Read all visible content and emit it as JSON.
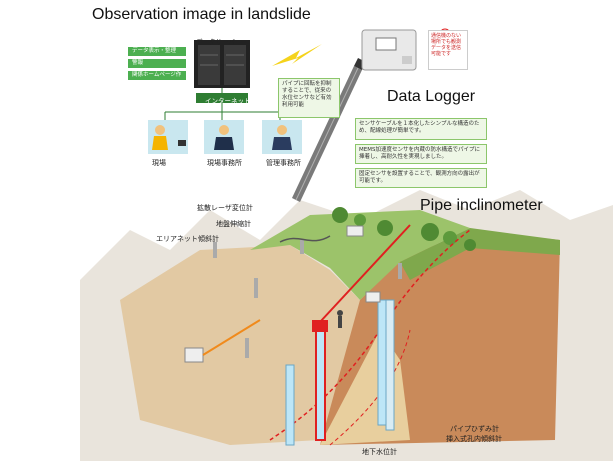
{
  "headings": {
    "title": "Observation image in landslide",
    "data_logger": "Data Logger",
    "pipe_inclinometer": "Pipe inclinometer"
  },
  "server": {
    "label": "データサーバー",
    "side_items": [
      "データ表示・整理",
      "警報",
      "関係ホームページ作成"
    ]
  },
  "network": {
    "label": "インターネット"
  },
  "users": [
    "現場",
    "現場事務所",
    "管理事務所"
  ],
  "notes": {
    "pipe_box": "パイプに回転を抑制することで、従来の水位センサなど有効利用可能",
    "sensor_box": "センサケーブルを１本化したシンプルな構造のため、配線処理が簡単です。",
    "mems_box": "MEMS加速度センサを内蔵の防水構造でパイプに挿着し、高耐久性を実現しました。",
    "coord_box": "固定センサを設置することで、観測方向の露出が可能です。",
    "logger_badge": "通信機のない場所でも観測データを送信可能です"
  },
  "sensors": [
    "拡散レーザ変位計",
    "地盤伸縮計",
    "エリアネット傾斜計"
  ],
  "bottom_labels": [
    "パイプひずみ計",
    "挿入式孔内傾斜計",
    "地下水位計"
  ],
  "colors": {
    "green": "#4caf50",
    "red": "#e02020",
    "orange": "#f08a1c",
    "soil": "#c98a5a",
    "grass": "#8fb85a"
  }
}
